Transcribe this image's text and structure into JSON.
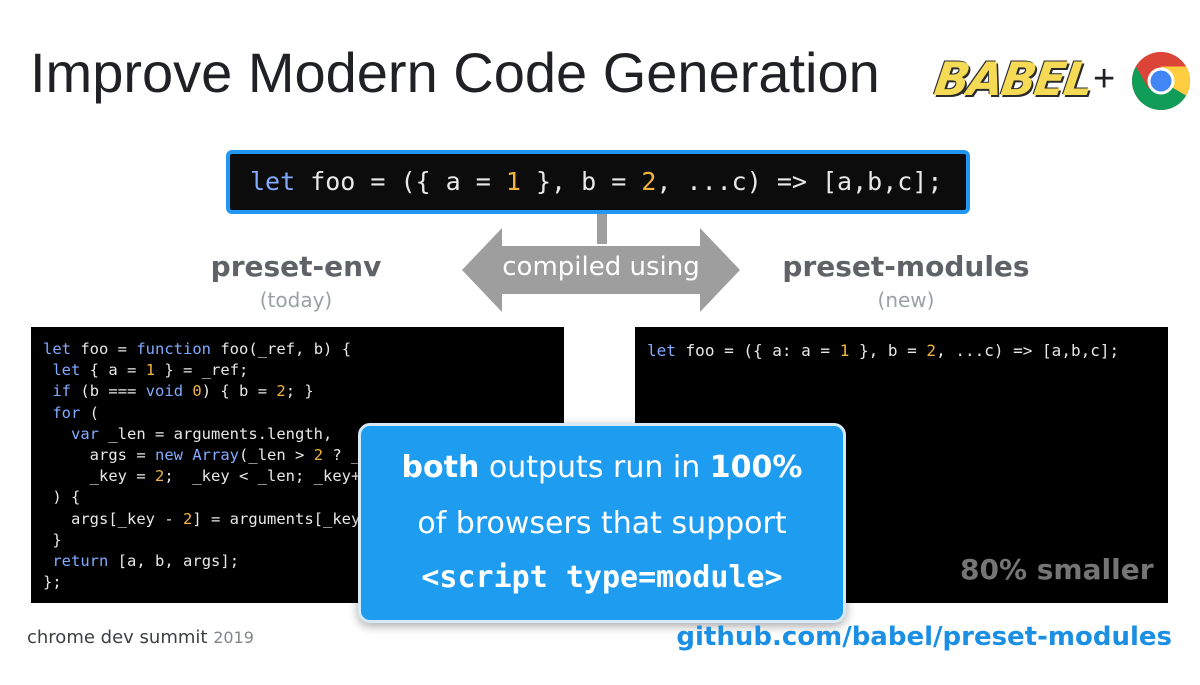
{
  "slide": {
    "title": "Improve Modern Code Generation",
    "logo_babel_text": "BABEL",
    "logo_plus": "+",
    "logo_chrome_icon": "chrome-icon"
  },
  "input_code": {
    "tokens": [
      "let",
      " foo = ({ a = ",
      "1",
      " }, b = ",
      "2",
      ", ...c) => [a,b,c];"
    ]
  },
  "arrow": {
    "label": "compiled using",
    "color": "#9e9e9e"
  },
  "left": {
    "heading": "preset-env",
    "sub": "(today)",
    "code_lines": [
      "let foo = function foo(_ref, b) {",
      " let { a = 1 } = _ref;",
      " if (b === void 0) { b = 2; }",
      " for (",
      "   var _len = arguments.length,",
      "     args = new Array(_len > 2 ? _",
      "     _key = 2;  _key < _len; _key+",
      " ) {",
      "   args[_key - 2] = arguments[_key",
      " }",
      " return [a, b, args];",
      "};"
    ]
  },
  "right": {
    "heading": "preset-modules",
    "sub": "(new)",
    "code_line": "let foo = ({ a: a = 1 }, b = 2, ...c) => [a,b,c];",
    "badge": "80% smaller"
  },
  "callout": {
    "line1_bold_a": "both",
    "line1_mid": " outputs run in ",
    "line1_bold_b": "100%",
    "line2": "of browsers that support",
    "line3": "<script type=module>",
    "color": "#1e9cf0"
  },
  "footer": {
    "brand": "chrome dev summit",
    "year": "2019",
    "link": "github.com/babel/preset-modules"
  },
  "colors": {
    "keyword": "#82aaff",
    "number": "#f3b341",
    "accent_border": "#2196f3",
    "link": "#1a8fe3"
  }
}
